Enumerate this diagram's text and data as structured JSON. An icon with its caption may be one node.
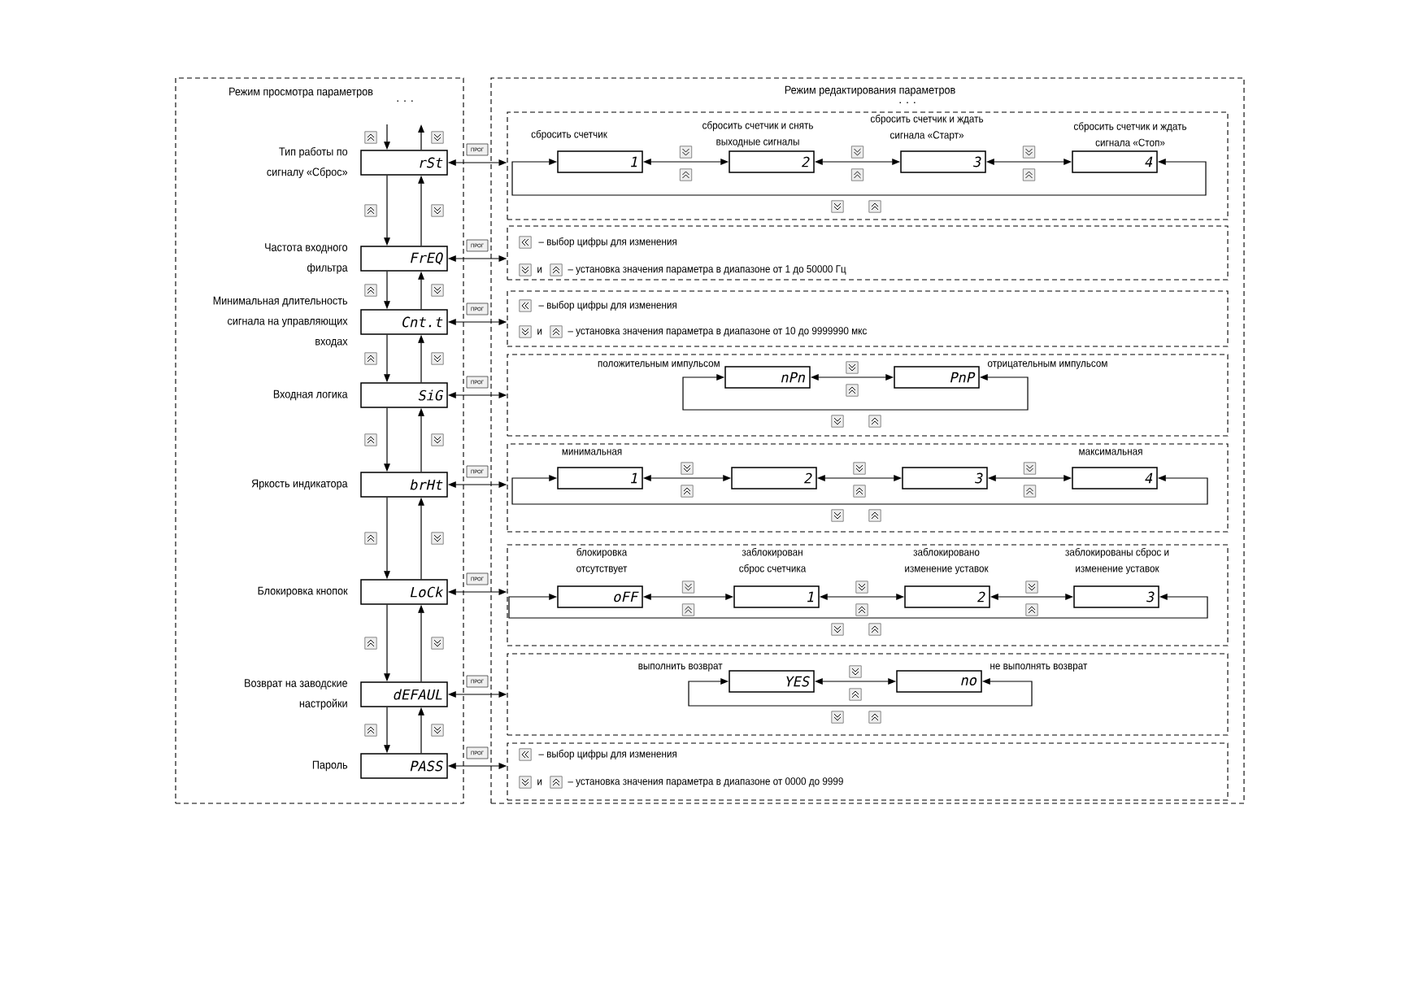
{
  "diagram": {
    "nodes": [
      {
        "text": [
          "Режим просмотра параметров"
        ]
      },
      {
        "text": [
          "rSt"
        ],
        "beside": [
          "Тип работы по сигналу «Сброс»"
        ],
        "in": 0
      },
      {
        "text": [
          "FrEQ"
        ],
        "beside": [
          "Частота входного фильтра"
        ],
        "in": 0
      },
      {
        "text": [
          "Cnt.t"
        ],
        "beside": [
          "Минимальная длительность сигнала на управляющих входах"
        ],
        "in": 0
      },
      {
        "text": [
          "SiG"
        ],
        "beside": [
          "Входная логика"
        ],
        "in": 0
      },
      {
        "text": [
          "brHt"
        ],
        "beside": [
          "Яркость индикатора"
        ],
        "in": 0
      },
      {
        "text": [
          "LoCk"
        ],
        "beside": [
          "Блокировка кнопок"
        ],
        "in": 0
      },
      {
        "text": [
          "dEFAUL"
        ],
        "beside": [
          "Возврат на заводские настройки"
        ],
        "in": 0
      },
      {
        "text": [
          "PASS"
        ],
        "beside": [
          "Пароль"
        ],
        "in": 0
      },
      {
        "text": [
          "Режим редактирования параметров"
        ]
      },
      {
        "text": [],
        "shape": "box",
        "in": 9
      },
      {
        "text": [
          "1"
        ],
        "beside": [
          "сбросить счетчик"
        ],
        "in": 10
      },
      {
        "text": [
          "2"
        ],
        "beside": [
          "сбросить счетчик и снять выходные сигналы"
        ],
        "in": 10
      },
      {
        "text": [
          "3"
        ],
        "beside": [
          "сбросить счетчик и ждать сигнала «Старт»"
        ],
        "in": 10
      },
      {
        "text": [
          "4"
        ],
        "beside": [
          "сбросить счетчик и ждать сигнала «Стоп»"
        ],
        "in": 10
      },
      {
        "text": [
          "– выбор цифры для изменения",
          "и",
          "– установка значения параметра в диапазоне от 1 до 50000 Гц"
        ],
        "in": 9
      },
      {
        "text": [
          "– выбор цифры для изменения",
          "и",
          "– установка значения параметра в диапазоне от 10 до 9999990 мкс"
        ],
        "in": 9
      },
      {
        "text": [],
        "shape": "box",
        "in": 9
      },
      {
        "text": [
          "nPn"
        ],
        "beside": [
          "положительным импульсом"
        ],
        "in": 17
      },
      {
        "text": [
          "PnP"
        ],
        "beside": [
          "отрицательным импульсом"
        ],
        "in": 17
      },
      {
        "text": [],
        "shape": "box",
        "in": 9
      },
      {
        "text": [
          "1"
        ],
        "beside": [
          "минимальная"
        ],
        "in": 20
      },
      {
        "text": [
          "2"
        ],
        "in": 20
      },
      {
        "text": [
          "3"
        ],
        "in": 20
      },
      {
        "text": [
          "4"
        ],
        "beside": [
          "максимальная"
        ],
        "in": 20
      },
      {
        "text": [],
        "shape": "box",
        "in": 9
      },
      {
        "text": [
          "oFF"
        ],
        "beside": [
          "блокировка отсутствует"
        ],
        "in": 25
      },
      {
        "text": [
          "1"
        ],
        "beside": [
          "заблокирован сброс счетчика"
        ],
        "in": 25
      },
      {
        "text": [
          "2"
        ],
        "beside": [
          "заблокировано изменение уставок"
        ],
        "in": 25
      },
      {
        "text": [
          "3"
        ],
        "beside": [
          "заблокированы сброс и изменение уставок"
        ],
        "in": 25
      },
      {
        "text": [],
        "shape": "box",
        "in": 9
      },
      {
        "text": [
          "YES"
        ],
        "beside": [
          "выполнить возврат"
        ],
        "in": 30
      },
      {
        "text": [
          "no"
        ],
        "beside": [
          "не выполнять возврат"
        ],
        "in": 30
      },
      {
        "text": [
          "– выбор цифры для изменения",
          "и",
          "– установка значения параметра в диапазоне от 0000 до 9999"
        ],
        "in": 9
      }
    ],
    "edges": [
      {
        "from": null,
        "to": 1,
        "arrow": "to"
      },
      {
        "from": 1,
        "to": null,
        "arrow": "to"
      },
      {
        "from": 1,
        "to": 2,
        "arrow": "to"
      },
      {
        "from": 2,
        "to": 1,
        "arrow": "to"
      },
      {
        "from": 2,
        "to": 3,
        "arrow": "to"
      },
      {
        "from": 3,
        "to": 2,
        "arrow": "to"
      },
      {
        "from": 3,
        "to": 4,
        "arrow": "to"
      },
      {
        "from": 4,
        "to": 3,
        "arrow": "to"
      },
      {
        "from": 4,
        "to": 5,
        "arrow": "to"
      },
      {
        "from": 5,
        "to": 4,
        "arrow": "to"
      },
      {
        "from": 5,
        "to": 6,
        "arrow": "to"
      },
      {
        "from": 6,
        "to": 5,
        "arrow": "to"
      },
      {
        "from": 6,
        "to": 7,
        "arrow": "to"
      },
      {
        "from": 7,
        "to": 6,
        "arrow": "to"
      },
      {
        "from": 7,
        "to": 8,
        "arrow": "to"
      },
      {
        "from": 8,
        "to": 7,
        "arrow": "to"
      },
      {
        "from": 1,
        "to": 10,
        "arrow": "both",
        "label": "ПРОГ"
      },
      {
        "from": 2,
        "to": 15,
        "arrow": "both",
        "label": "ПРОГ"
      },
      {
        "from": 3,
        "to": 16,
        "arrow": "both",
        "label": "ПРОГ"
      },
      {
        "from": 4,
        "to": 17,
        "arrow": "both",
        "label": "ПРОГ"
      },
      {
        "from": 5,
        "to": 20,
        "arrow": "both",
        "label": "ПРОГ"
      },
      {
        "from": 6,
        "to": 25,
        "arrow": "both",
        "label": "ПРОГ"
      },
      {
        "from": 7,
        "to": 30,
        "arrow": "both",
        "label": "ПРОГ"
      },
      {
        "from": 8,
        "to": 33,
        "arrow": "both",
        "label": "ПРОГ"
      },
      {
        "from": 11,
        "to": 12,
        "arrow": "both"
      },
      {
        "from": 12,
        "to": 13,
        "arrow": "both"
      },
      {
        "from": 13,
        "to": 14,
        "arrow": "both"
      },
      {
        "from": 11,
        "to": 14,
        "arrow": "both"
      },
      {
        "from": 18,
        "to": 19,
        "arrow": "both"
      },
      {
        "from": 18,
        "to": 19,
        "arrow": "both"
      },
      {
        "from": 21,
        "to": 22,
        "arrow": "both"
      },
      {
        "from": 22,
        "to": 23,
        "arrow": "both"
      },
      {
        "from": 23,
        "to": 24,
        "arrow": "both"
      },
      {
        "from": 21,
        "to": 24,
        "arrow": "both"
      },
      {
        "from": 26,
        "to": 27,
        "arrow": "both"
      },
      {
        "from": 27,
        "to": 28,
        "arrow": "both"
      },
      {
        "from": 28,
        "to": 29,
        "arrow": "both"
      },
      {
        "from": 26,
        "to": 29,
        "arrow": "both"
      },
      {
        "from": 31,
        "to": 32,
        "arrow": "both"
      },
      {
        "from": 31,
        "to": 32,
        "arrow": "both"
      }
    ],
    "labels": [
      "· · ·",
      "· · ·"
    ]
  }
}
